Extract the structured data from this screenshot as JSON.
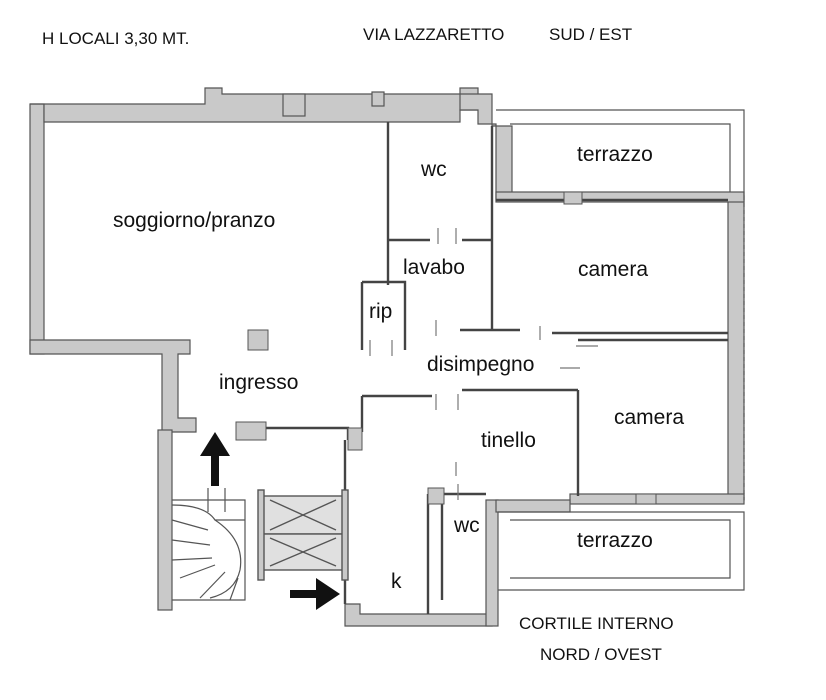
{
  "header": {
    "height": "H LOCALI 3,30 MT.",
    "street": "VIA LAZZARETTO",
    "orientation_top": "SUD / EST"
  },
  "rooms": {
    "soggiorno": "soggiorno/pranzo",
    "wc_top": "wc",
    "terrazzo_top": "terrazzo",
    "lavabo": "lavabo",
    "camera_top": "camera",
    "rip": "rip",
    "disimpegno": "disimpegno",
    "ingresso": "ingresso",
    "camera_bottom": "camera",
    "tinello": "tinello",
    "wc_bottom": "wc",
    "terrazzo_bottom": "terrazzo",
    "kitchen": "k"
  },
  "footer": {
    "courtyard": "CORTILE INTERNO",
    "orientation_bottom": "NORD / OVEST"
  },
  "colors": {
    "wall": "#c9c9c9",
    "line": "#555555",
    "text": "#111111",
    "arrow": "#111111"
  }
}
